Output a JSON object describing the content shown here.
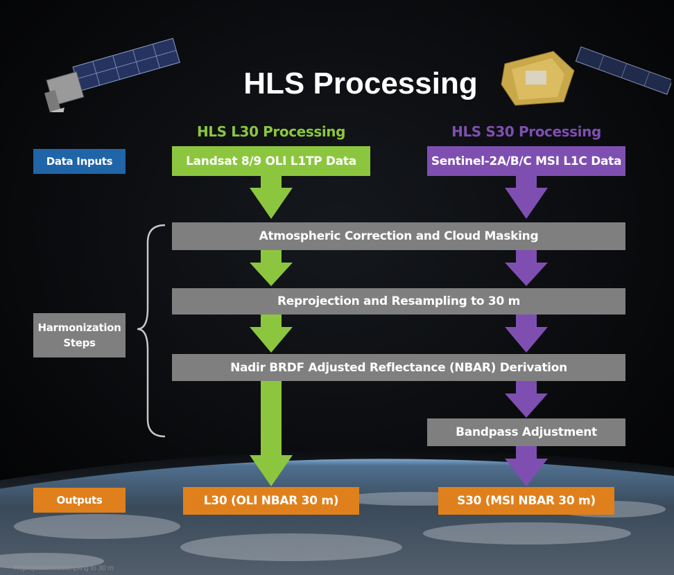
{
  "title": "HLS Processing",
  "columns": {
    "l30_title": "HLS L30 Processing",
    "s30_title": "HLS S30 Processing"
  },
  "row_labels": {
    "inputs": "Data Inputs",
    "harmonization": "Harmonization Steps",
    "outputs": "Outputs"
  },
  "inputs": {
    "landsat": "Landsat 8/9 OLI L1TP Data",
    "sentinel": "Sentinel-2A/B/C MSI L1C Data"
  },
  "steps": {
    "atmospheric": "Atmospheric Correction and Cloud Masking",
    "reprojection": "Reprojection and Resampling to 30 m",
    "nbar": "Nadir BRDF Adjusted Reflectance (NBAR) Derivation",
    "bandpass": "Bandpass Adjustment"
  },
  "outputs": {
    "l30": "L30 (OLI NBAR 30 m)",
    "s30": "S30 (MSI NBAR 30 m)"
  },
  "footnote": "Reprojection/resampling to 30 m",
  "colors": {
    "label_blue": "#1f65a8",
    "landsat_green": "#8cc63f",
    "sentinel_purple": "#7e4fb0",
    "step_gray": "#7f7f7f",
    "output_orange": "#e0801d"
  },
  "icons": [
    "landsat-satellite-icon",
    "sentinel-satellite-icon",
    "earth-horizon-image"
  ]
}
